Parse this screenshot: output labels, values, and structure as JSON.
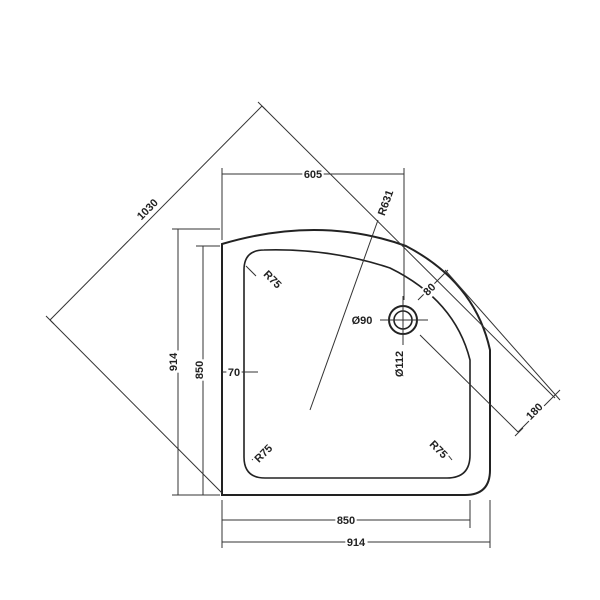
{
  "diagram": {
    "labels": {
      "diag_overall": "1030",
      "top_width": "605",
      "arc_radius": "R631",
      "waste_offset": "80",
      "waste_diameter": "Ø90",
      "waste_outer": "Ø112",
      "inner_offset": "70",
      "diag_depth": "180",
      "corner_tl": "R75",
      "corner_bl": "R75",
      "corner_br": "R75",
      "left_outer": "914",
      "left_inner": "850",
      "bottom_inner": "850",
      "bottom_outer": "914"
    },
    "colors": {
      "line": "#222222",
      "background": "#ffffff"
    }
  }
}
